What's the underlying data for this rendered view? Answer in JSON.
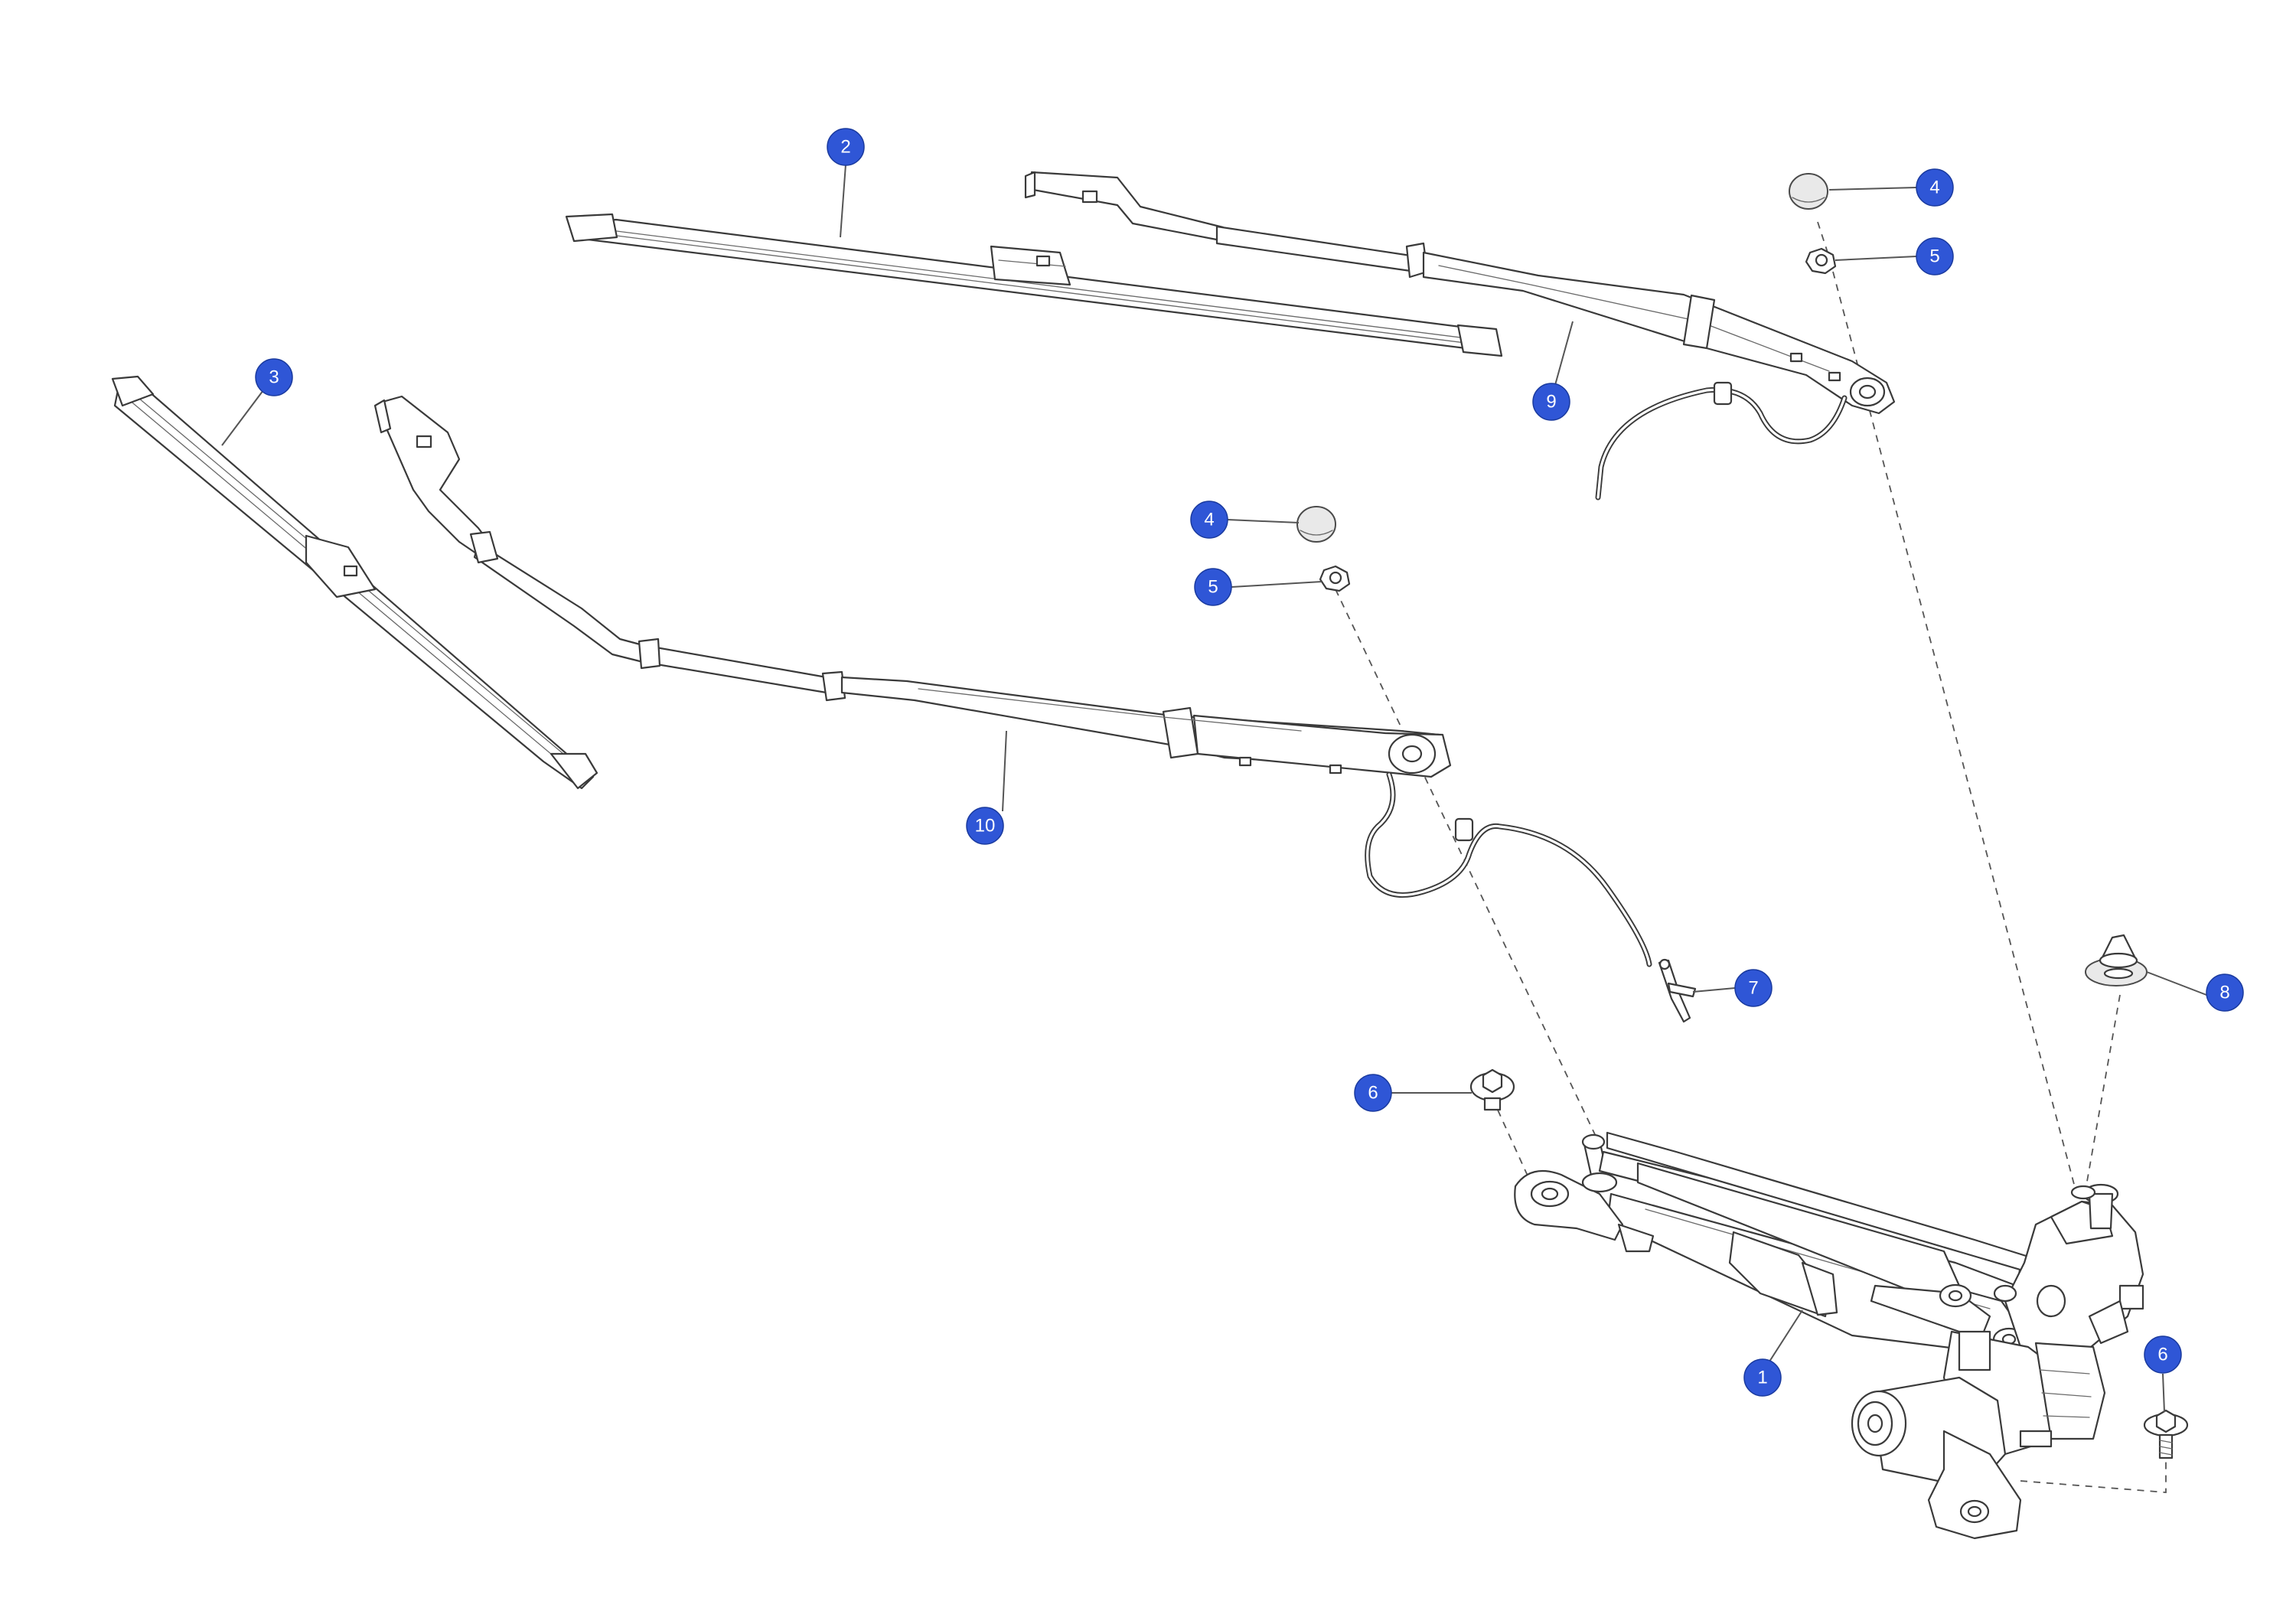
{
  "colors": {
    "callout": "#2f56d6",
    "line": "#3a3a3a",
    "background": "#ffffff"
  },
  "callouts": [
    {
      "label": "1",
      "part": "wiper-motor-linkage"
    },
    {
      "label": "2",
      "part": "wiper-blade-passenger"
    },
    {
      "label": "3",
      "part": "wiper-blade-driver"
    },
    {
      "label": "4",
      "part": "nut-cap-upper"
    },
    {
      "label": "5",
      "part": "nut-upper"
    },
    {
      "label": "4",
      "part": "nut-cap-lower"
    },
    {
      "label": "5",
      "part": "nut-lower"
    },
    {
      "label": "6",
      "part": "bolt-left"
    },
    {
      "label": "6",
      "part": "bolt-right"
    },
    {
      "label": "7",
      "part": "hose-connector"
    },
    {
      "label": "8",
      "part": "grommet"
    },
    {
      "label": "9",
      "part": "wiper-arm-passenger"
    },
    {
      "label": "10",
      "part": "wiper-arm-driver"
    }
  ]
}
